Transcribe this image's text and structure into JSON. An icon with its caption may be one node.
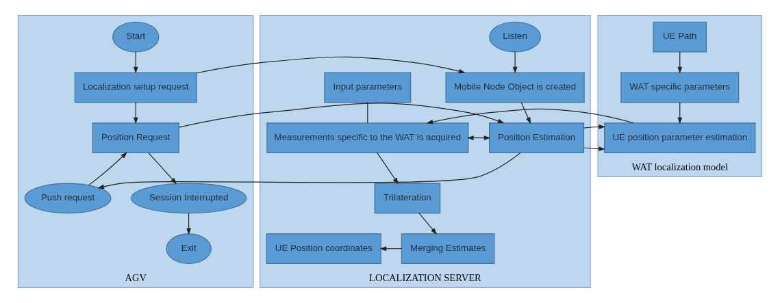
{
  "diagram": {
    "nodes": [
      {
        "text": [
          "AGV"
        ]
      },
      {
        "text": [
          "LOCALIZATION SERVER"
        ]
      },
      {
        "text": [
          "WAT localization model"
        ]
      },
      {
        "text": [
          "Start"
        ],
        "in": 0
      },
      {
        "text": [
          "Localization setup request"
        ],
        "in": 0
      },
      {
        "text": [
          "Position Request"
        ],
        "in": 0
      },
      {
        "text": [
          "Push request"
        ],
        "in": 0
      },
      {
        "text": [
          "Session Interrupted"
        ],
        "in": 0
      },
      {
        "text": [
          "Exit"
        ],
        "in": 0
      },
      {
        "text": [
          "Listen"
        ],
        "in": 1
      },
      {
        "text": [
          "Mobile Node Object is created"
        ],
        "in": 1
      },
      {
        "text": [
          "Input parameters"
        ],
        "in": 1
      },
      {
        "text": [
          "Position Estimation"
        ],
        "in": 1
      },
      {
        "text": [
          "Measurements specific to the WAT is acquired"
        ],
        "in": 1
      },
      {
        "text": [
          "Trilateration"
        ],
        "in": 1
      },
      {
        "text": [
          "UE Position coordinates"
        ],
        "in": 1
      },
      {
        "text": [
          "Merging Estimates"
        ],
        "in": 1
      },
      {
        "text": [
          "UE Path"
        ],
        "in": 2
      },
      {
        "text": [
          "WAT specific parameters"
        ],
        "in": 2
      },
      {
        "text": [
          "UE position parameter estimation"
        ],
        "in": 2
      }
    ],
    "edges": [
      {
        "from": 3,
        "to": 4,
        "arrow": "to"
      },
      {
        "from": 4,
        "to": 5,
        "arrow": "to"
      },
      {
        "from": 4,
        "to": 10,
        "arrow": "to"
      },
      {
        "from": 9,
        "to": 10,
        "arrow": "to"
      },
      {
        "from": 10,
        "to": 12,
        "arrow": "to"
      },
      {
        "from": 5,
        "to": 12,
        "arrow": "to"
      },
      {
        "from": 12,
        "to": 13,
        "arrow": "both"
      },
      {
        "from": 11,
        "to": 13,
        "arrow": "none"
      },
      {
        "from": 12,
        "to": 19,
        "arrow": "to"
      },
      {
        "from": 19,
        "to": 13,
        "arrow": "to"
      },
      {
        "from": 17,
        "to": 18,
        "arrow": "to"
      },
      {
        "from": 18,
        "to": 19,
        "arrow": "to"
      },
      {
        "from": 13,
        "to": 14,
        "arrow": "to"
      },
      {
        "from": 14,
        "to": 16,
        "arrow": "to"
      },
      {
        "from": 16,
        "to": 15,
        "arrow": "to"
      },
      {
        "from": 12,
        "to": 6,
        "arrow": "to"
      },
      {
        "from": 6,
        "to": 5,
        "arrow": "to"
      },
      {
        "from": 5,
        "to": 7,
        "arrow": "to"
      },
      {
        "from": 7,
        "to": 8,
        "arrow": "to"
      }
    ]
  }
}
